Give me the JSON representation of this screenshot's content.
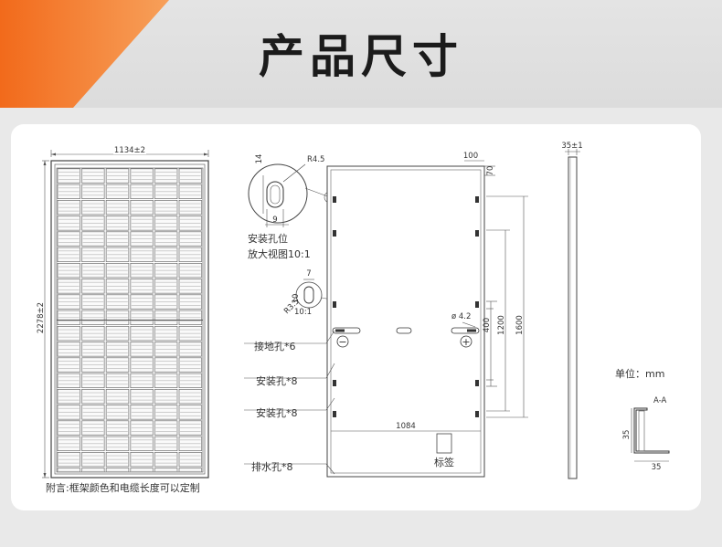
{
  "header": {
    "title": "产品尺寸",
    "accent_color": "#f07a2a"
  },
  "panel_front": {
    "width_dim": "1134±2",
    "height_dim": "2278±2"
  },
  "detail": {
    "r45": "R4.5",
    "dim_14": "14",
    "dim_9": "9",
    "caption_line1": "安装孔位",
    "caption_line2": "放大视图10:1",
    "dim_7": "7",
    "dim_10": "10",
    "r35": "R3.5",
    "scale": "10:1"
  },
  "panel_back": {
    "dim_100": "100",
    "dim_70": "70",
    "hole_dia": "ø 4.2",
    "dim_400": "400",
    "dim_1200": "1200",
    "dim_1600": "1600",
    "dim_1084": "1084",
    "minus_symbol": "−",
    "plus_symbol": "+",
    "label_box": "标签"
  },
  "callouts": {
    "ground": "接地孔*6",
    "mount1": "安装孔*8",
    "mount2": "安装孔*8",
    "drain": "排水孔*8"
  },
  "side_view": {
    "thickness": "35±1"
  },
  "unit": {
    "label": "单位：mm"
  },
  "section": {
    "title": "A-A",
    "dim_35_v": "35",
    "dim_35_h": "35"
  },
  "note": "附言:框架颜色和电缆长度可以定制"
}
